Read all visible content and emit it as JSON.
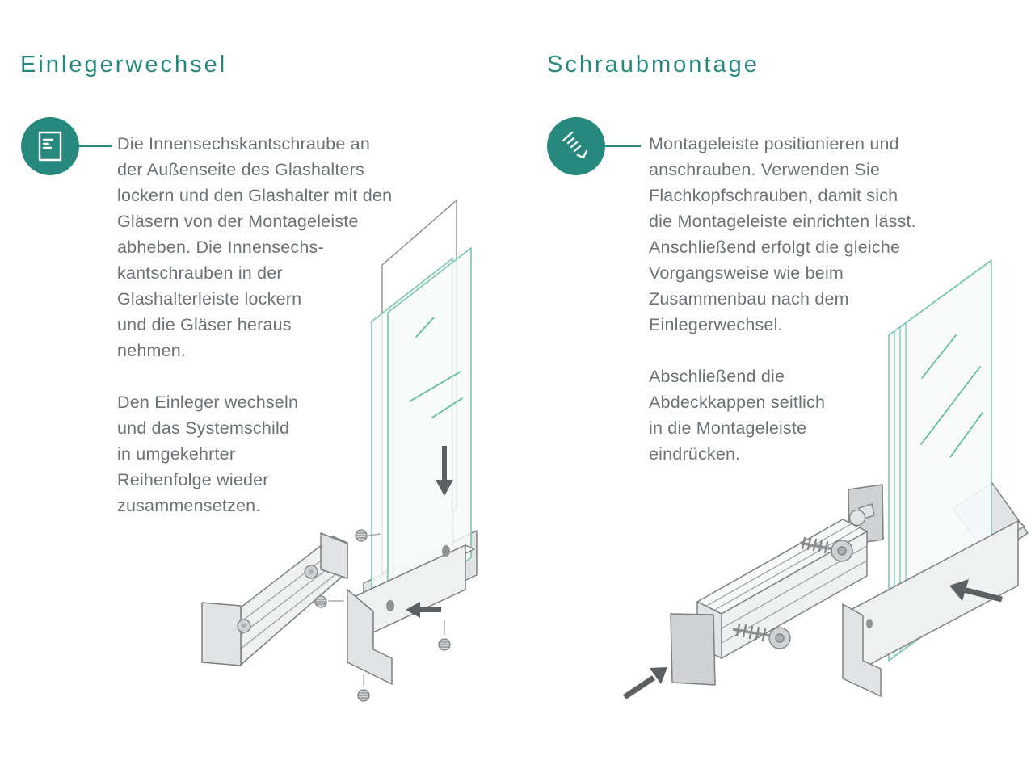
{
  "page": {
    "background": "#ffffff",
    "accent_color": "#27897e",
    "glass_line_color": "#79c6b2",
    "text_color": "#6c7175",
    "outline_color": "#7c8082",
    "arrow_color": "#5c6062"
  },
  "sections": {
    "left": {
      "title": "Einlegerwechsel",
      "icon": "document-icon",
      "paragraph1": "Die Innensechskantschraube an\nder Außenseite des Glashalters\nlockern und den Glashalter mit den\nGläsern von der Montageleiste\nabheben. Die Innensechs-\nkantschrauben in der\nGlashalterleiste lockern\nund die Gläser heraus\nnehmen.",
      "paragraph2": "Den Einleger wechseln\nund das Systemschild\nin umgekehrter\nReihenfolge wieder\nzusammensetzen."
    },
    "right": {
      "title": "Schraubmontage",
      "icon": "screw-icon",
      "paragraph1": "Montageleiste positionieren und\nanschrauben. Verwenden Sie\nFlachkopfschrauben, damit sich\ndie Montageleiste einrichten lässt.\nAnschließend erfolgt die gleiche\nVorgangsweise wie beim\nZusammenbau nach dem\nEinlegerwechsel.",
      "paragraph2": "Abschließend die\nAbdeckkappen seitlich\nin die Montageleiste\neindrücken."
    }
  }
}
